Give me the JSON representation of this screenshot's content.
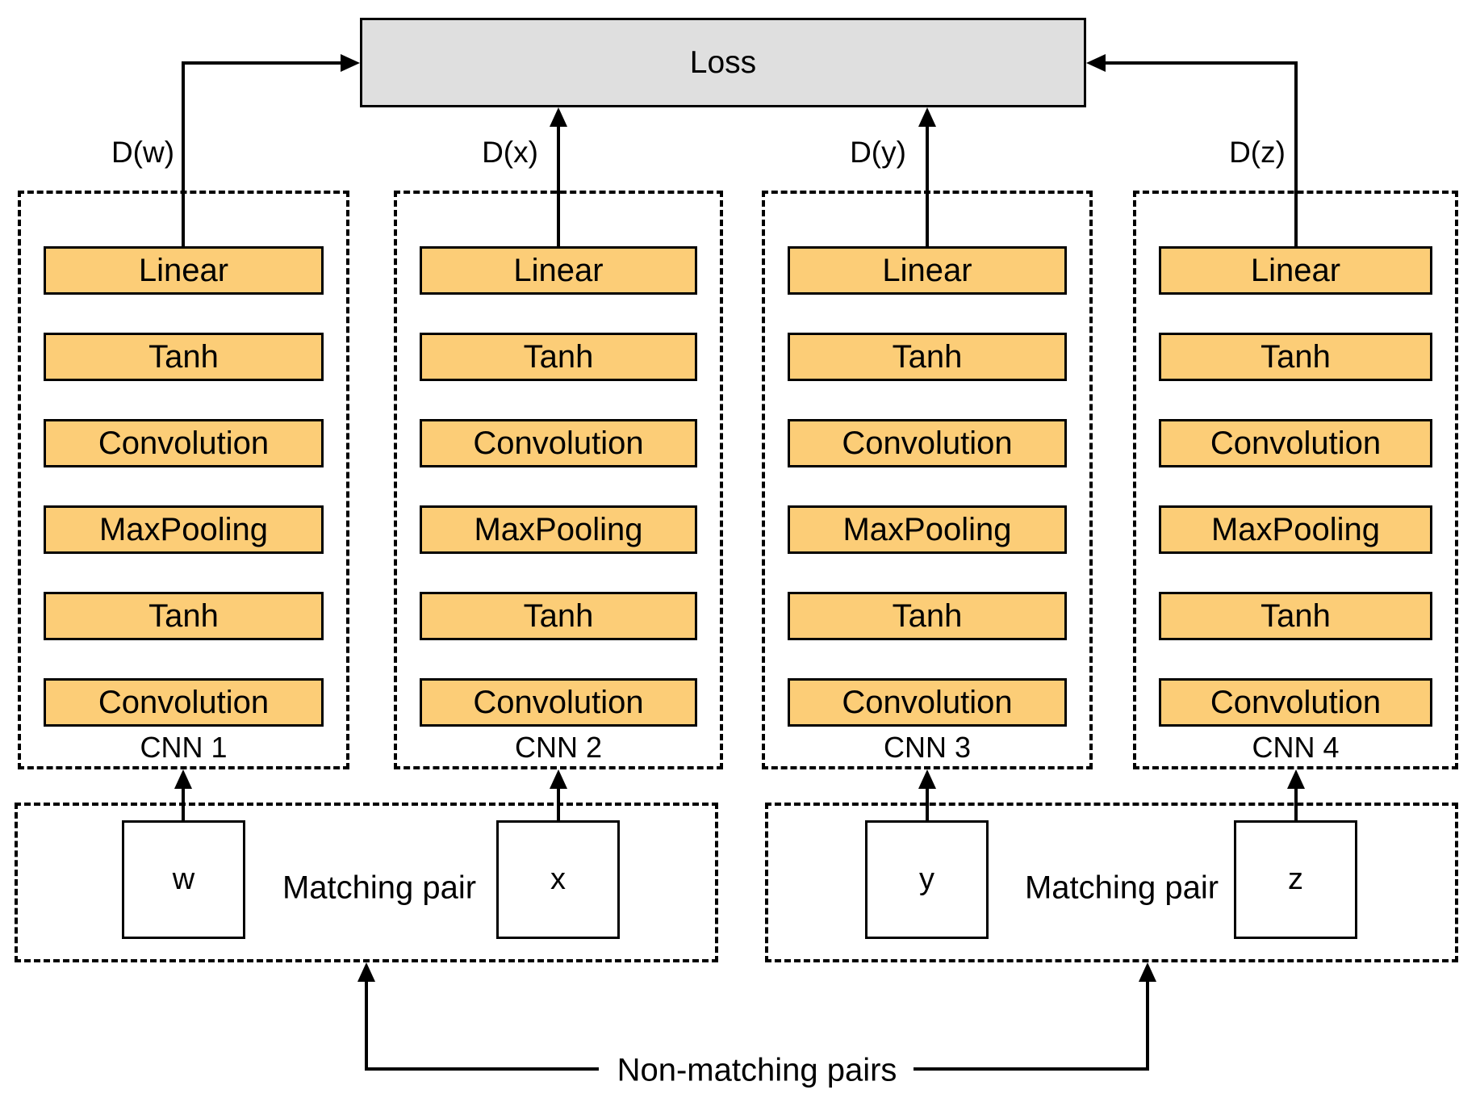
{
  "colors": {
    "layer_fill": "#FCCD77",
    "loss_fill": "#DFDFDF",
    "line": "#000000"
  },
  "loss": {
    "label": "Loss"
  },
  "cnns": [
    {
      "name": "CNN 1",
      "distance": "D(w)",
      "input": "w",
      "layers": [
        "Linear",
        "Tanh",
        "Convolution",
        "MaxPooling",
        "Tanh",
        "Convolution"
      ]
    },
    {
      "name": "CNN 2",
      "distance": "D(x)",
      "input": "x",
      "layers": [
        "Linear",
        "Tanh",
        "Convolution",
        "MaxPooling",
        "Tanh",
        "Convolution"
      ]
    },
    {
      "name": "CNN 3",
      "distance": "D(y)",
      "input": "y",
      "layers": [
        "Linear",
        "Tanh",
        "Convolution",
        "MaxPooling",
        "Tanh",
        "Convolution"
      ]
    },
    {
      "name": "CNN 4",
      "distance": "D(z)",
      "input": "z",
      "layers": [
        "Linear",
        "Tanh",
        "Convolution",
        "MaxPooling",
        "Tanh",
        "Convolution"
      ]
    }
  ],
  "pairs": [
    {
      "label": "Matching pair"
    },
    {
      "label": "Matching pair"
    }
  ],
  "non_matching": {
    "label": "Non-matching pairs"
  }
}
